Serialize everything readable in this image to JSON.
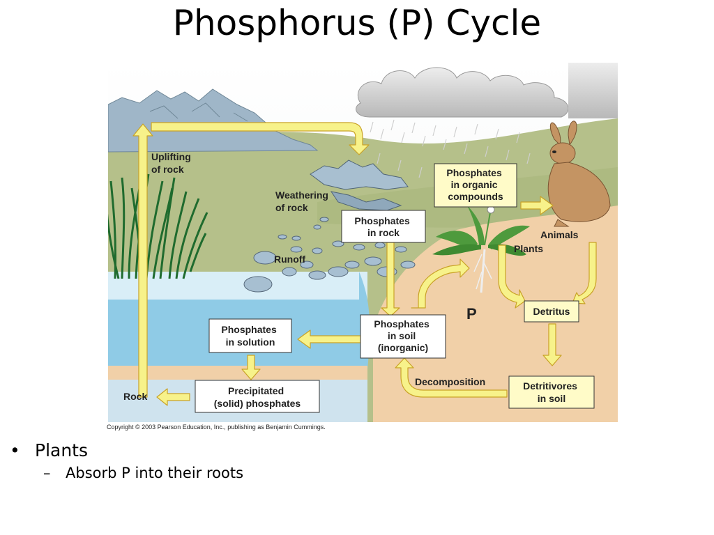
{
  "slide": {
    "title": "Phosphorus (P) Cycle"
  },
  "diagram": {
    "labels": {
      "uplifting": [
        "Uplifting",
        "of rock"
      ],
      "weathering": [
        "Weathering",
        "of rock"
      ],
      "runoff": "Runoff",
      "rock": "Rock",
      "p_marker": "P",
      "animals": "Animals",
      "plants": "Plants",
      "decomposition": "Decomposition"
    },
    "boxes": {
      "phosphates_in_rock": [
        "Phosphates",
        "in rock"
      ],
      "phosphates_in_solution": [
        "Phosphates",
        "in solution"
      ],
      "precipitated": [
        "Precipitated",
        "(solid) phosphates"
      ],
      "phosphates_in_soil": [
        "Phosphates",
        "in soil",
        "(inorganic)"
      ],
      "phosphates_organic": [
        "Phosphates",
        "in organic",
        "compounds"
      ],
      "detritus": "Detritus",
      "detritivores": [
        "Detritivores",
        "in soil"
      ]
    },
    "copyright": "Copyright © 2003 Pearson Education, Inc., publishing as Benjamin Cummings.",
    "colors": {
      "arrow": "#f7f28a",
      "arrow_outline": "#c9a227",
      "water": "#8ccbe6",
      "soil": "#f2cfa4",
      "grass": "#b3bf84",
      "mountain": "#9bb3c4",
      "sky_cloud": "#c8c8c8"
    }
  },
  "bullets": {
    "level1": "Plants",
    "level2": "Absorb P into their roots"
  }
}
